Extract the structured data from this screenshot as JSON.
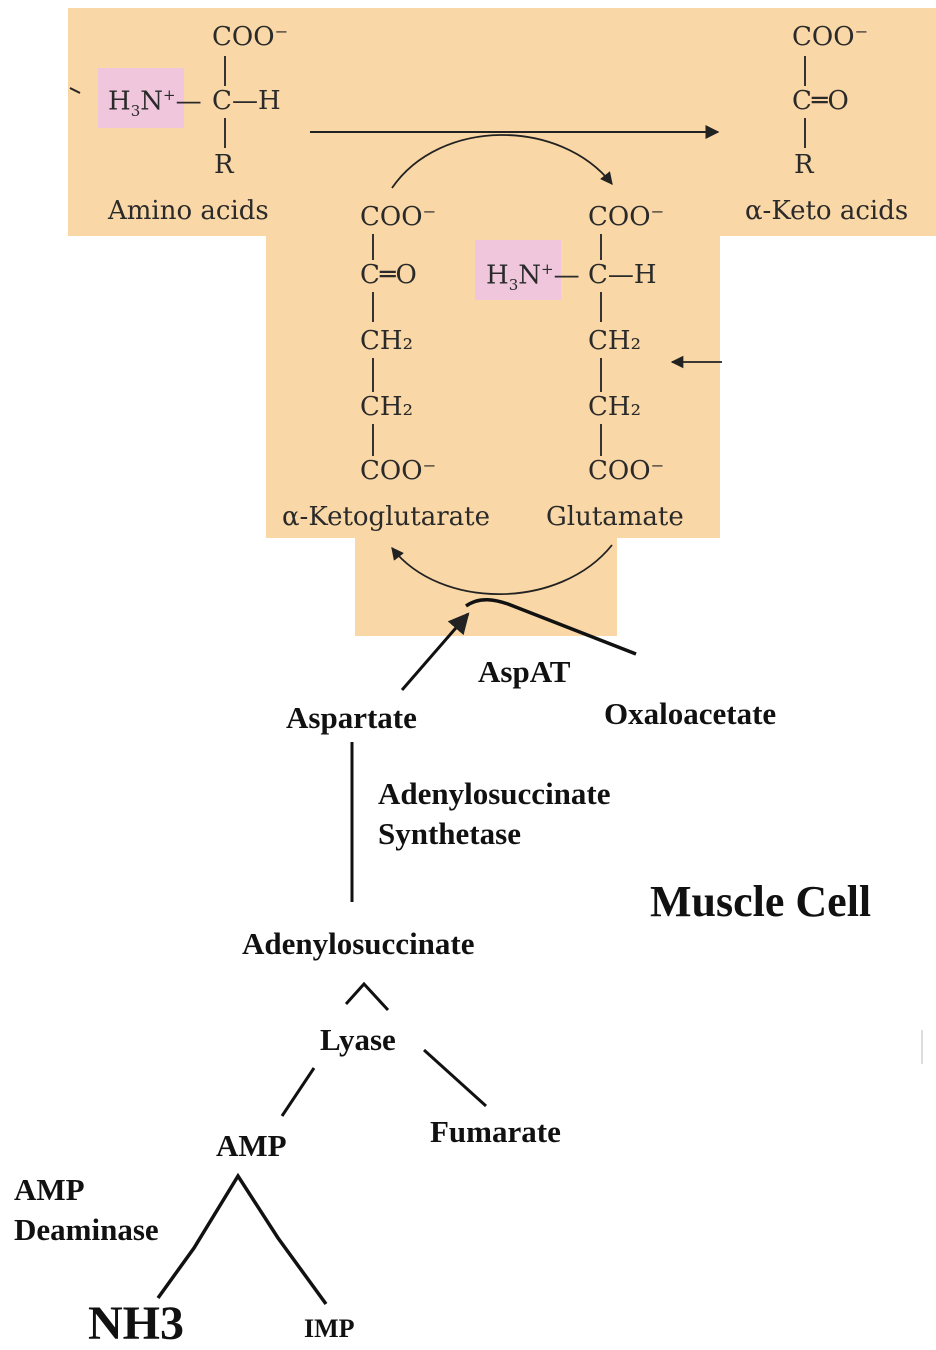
{
  "colors": {
    "panel": "#f9d7a6",
    "amine_highlight": "#f0c6dc",
    "ink": "#111111"
  },
  "amino_acid": {
    "top": "COO⁻",
    "amine": "H₃N̅⁺",
    "center": "C",
    "right": "—H",
    "bottom": "R",
    "label": "Amino acids"
  },
  "keto_acid": {
    "top": "COO⁻",
    "center": "C═O",
    "bottom": "R",
    "label": "α-Keto acids"
  },
  "ketoglutarate": {
    "rows": [
      "COO⁻",
      "C═O",
      "CH₂",
      "CH₂",
      "COO⁻"
    ],
    "label": "α-Ketoglutarate"
  },
  "glutamate": {
    "amine": "H₃N⁺",
    "rows": [
      "COO⁻",
      "C—H",
      "CH₂",
      "CH₂",
      "COO⁻"
    ],
    "label": "Glutamate"
  },
  "pathway": {
    "aspat": "AspAT",
    "aspartate": "Aspartate",
    "oxaloacetate": "Oxaloacetate",
    "synthetase_line1": "Adenylosuccinate",
    "synthetase_line2": "Synthetase",
    "muscle_cell": "Muscle Cell",
    "adenylosuccinate": "Adenylosuccinate",
    "lyase": "Lyase",
    "fumarate": "Fumarate",
    "amp": "AMP",
    "deaminase_line1": "AMP",
    "deaminase_line2": "Deaminase",
    "nh3": "NH3",
    "imp": "IMP"
  }
}
